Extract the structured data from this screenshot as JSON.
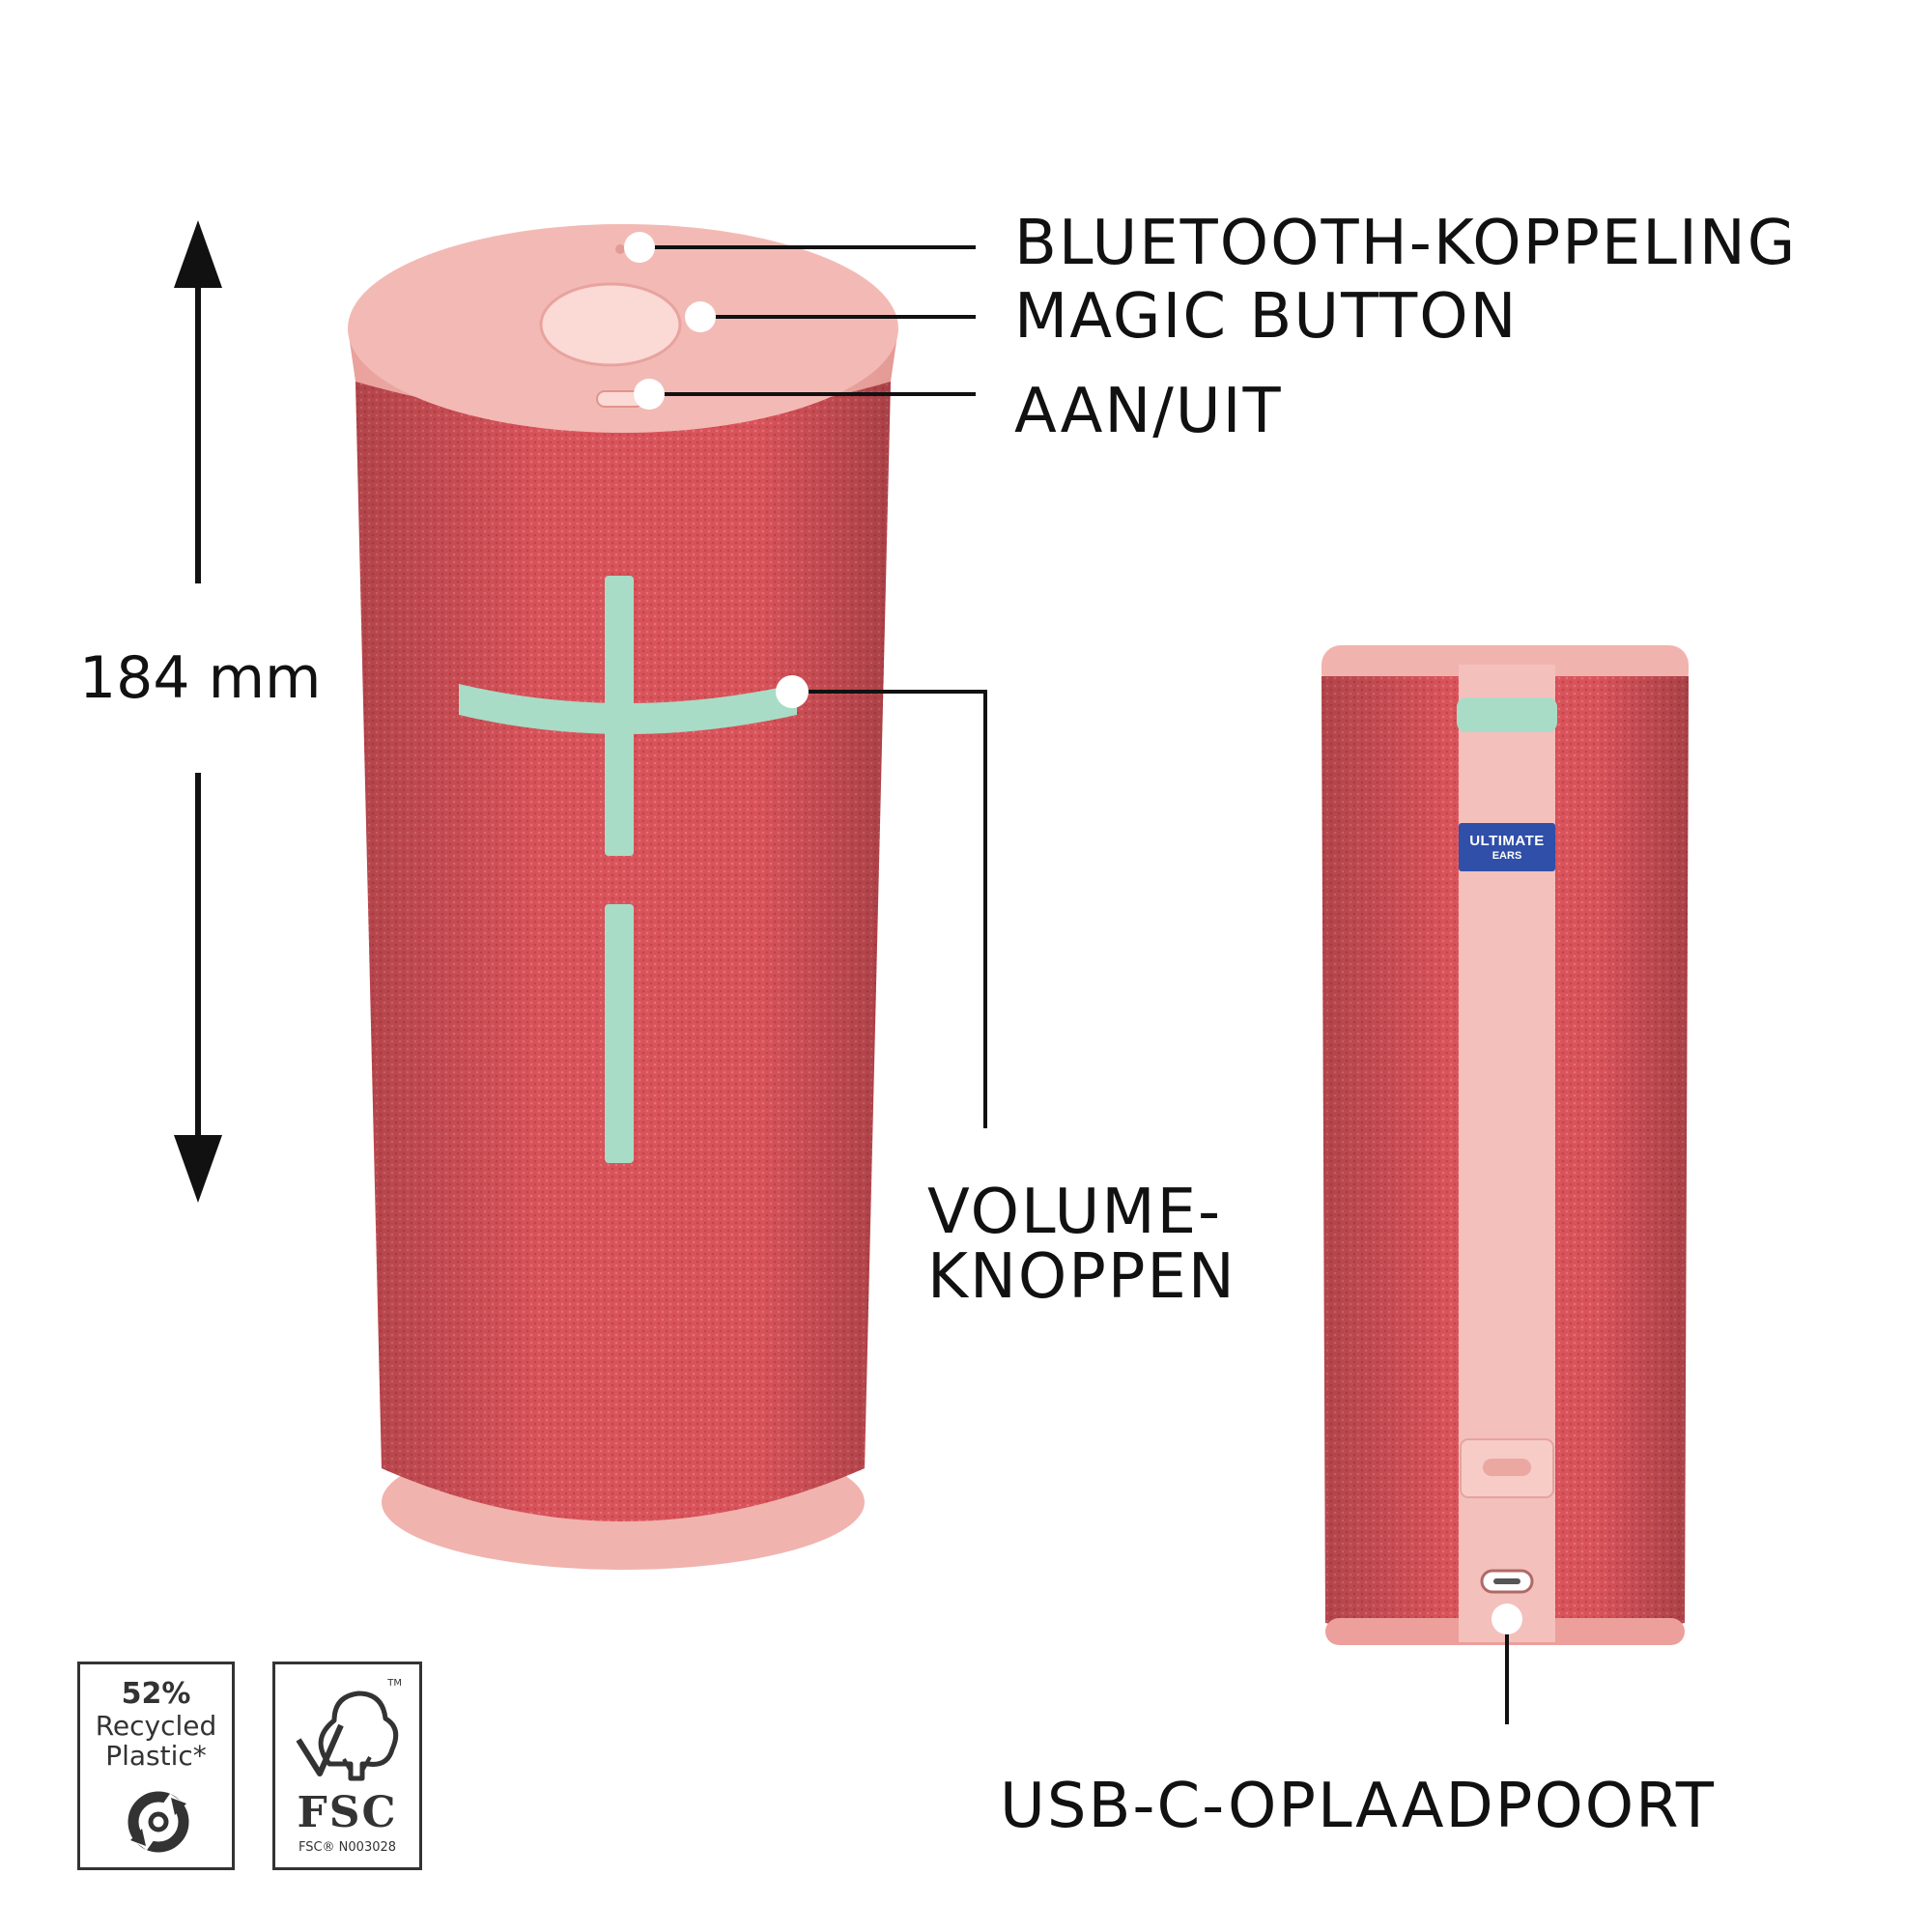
{
  "dimension": {
    "value_text": "184 mm"
  },
  "callouts": {
    "bluetooth": "BLUETOOTH-KOPPELING",
    "magic": "MAGIC BUTTON",
    "power": "AAN/UIT",
    "volume_line1": "VOLUME-",
    "volume_line2": "KNOPPEN",
    "usb": "USB-C-OPLAADPOORT"
  },
  "brand_tag": {
    "line1": "ULTIMATE",
    "line2": "EARS"
  },
  "badges": {
    "recycled": {
      "line1": "52%",
      "line2": "Recycled",
      "line3": "Plastic*",
      "icon": "recycle-arrows-icon"
    },
    "fsc": {
      "word": "FSC",
      "code": "FSC® N003028",
      "tm": "TM",
      "icon": "fsc-tree-checkmark-icon"
    }
  },
  "colors": {
    "speaker_body": "#d9535a",
    "speaker_cap": "#f1b3ae",
    "volume_symbols": "#a8dcc6",
    "brand_tag": "#2f4fa8",
    "text": "#111111"
  }
}
